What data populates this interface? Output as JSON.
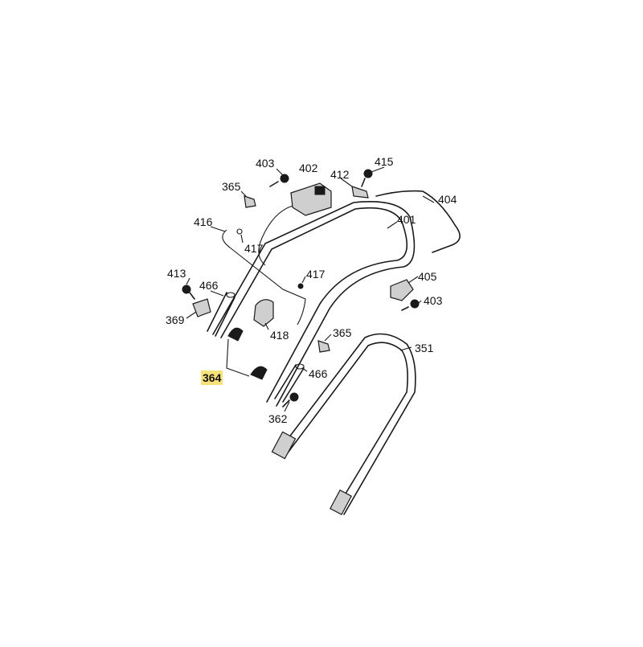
{
  "diagram": {
    "highlight_color": "#f7e27a",
    "labels": {
      "l403a": "403",
      "l402": "402",
      "l415": "415",
      "l412": "412",
      "l365a": "365",
      "l404": "404",
      "l416": "416",
      "l401": "401",
      "l417a": "417",
      "l413": "413",
      "l466a": "466",
      "l417b": "417",
      "l405": "405",
      "l403b": "403",
      "l369": "369",
      "l418": "418",
      "l365b": "365",
      "l351": "351",
      "l364": "364",
      "l466b": "466",
      "l362": "362"
    }
  }
}
